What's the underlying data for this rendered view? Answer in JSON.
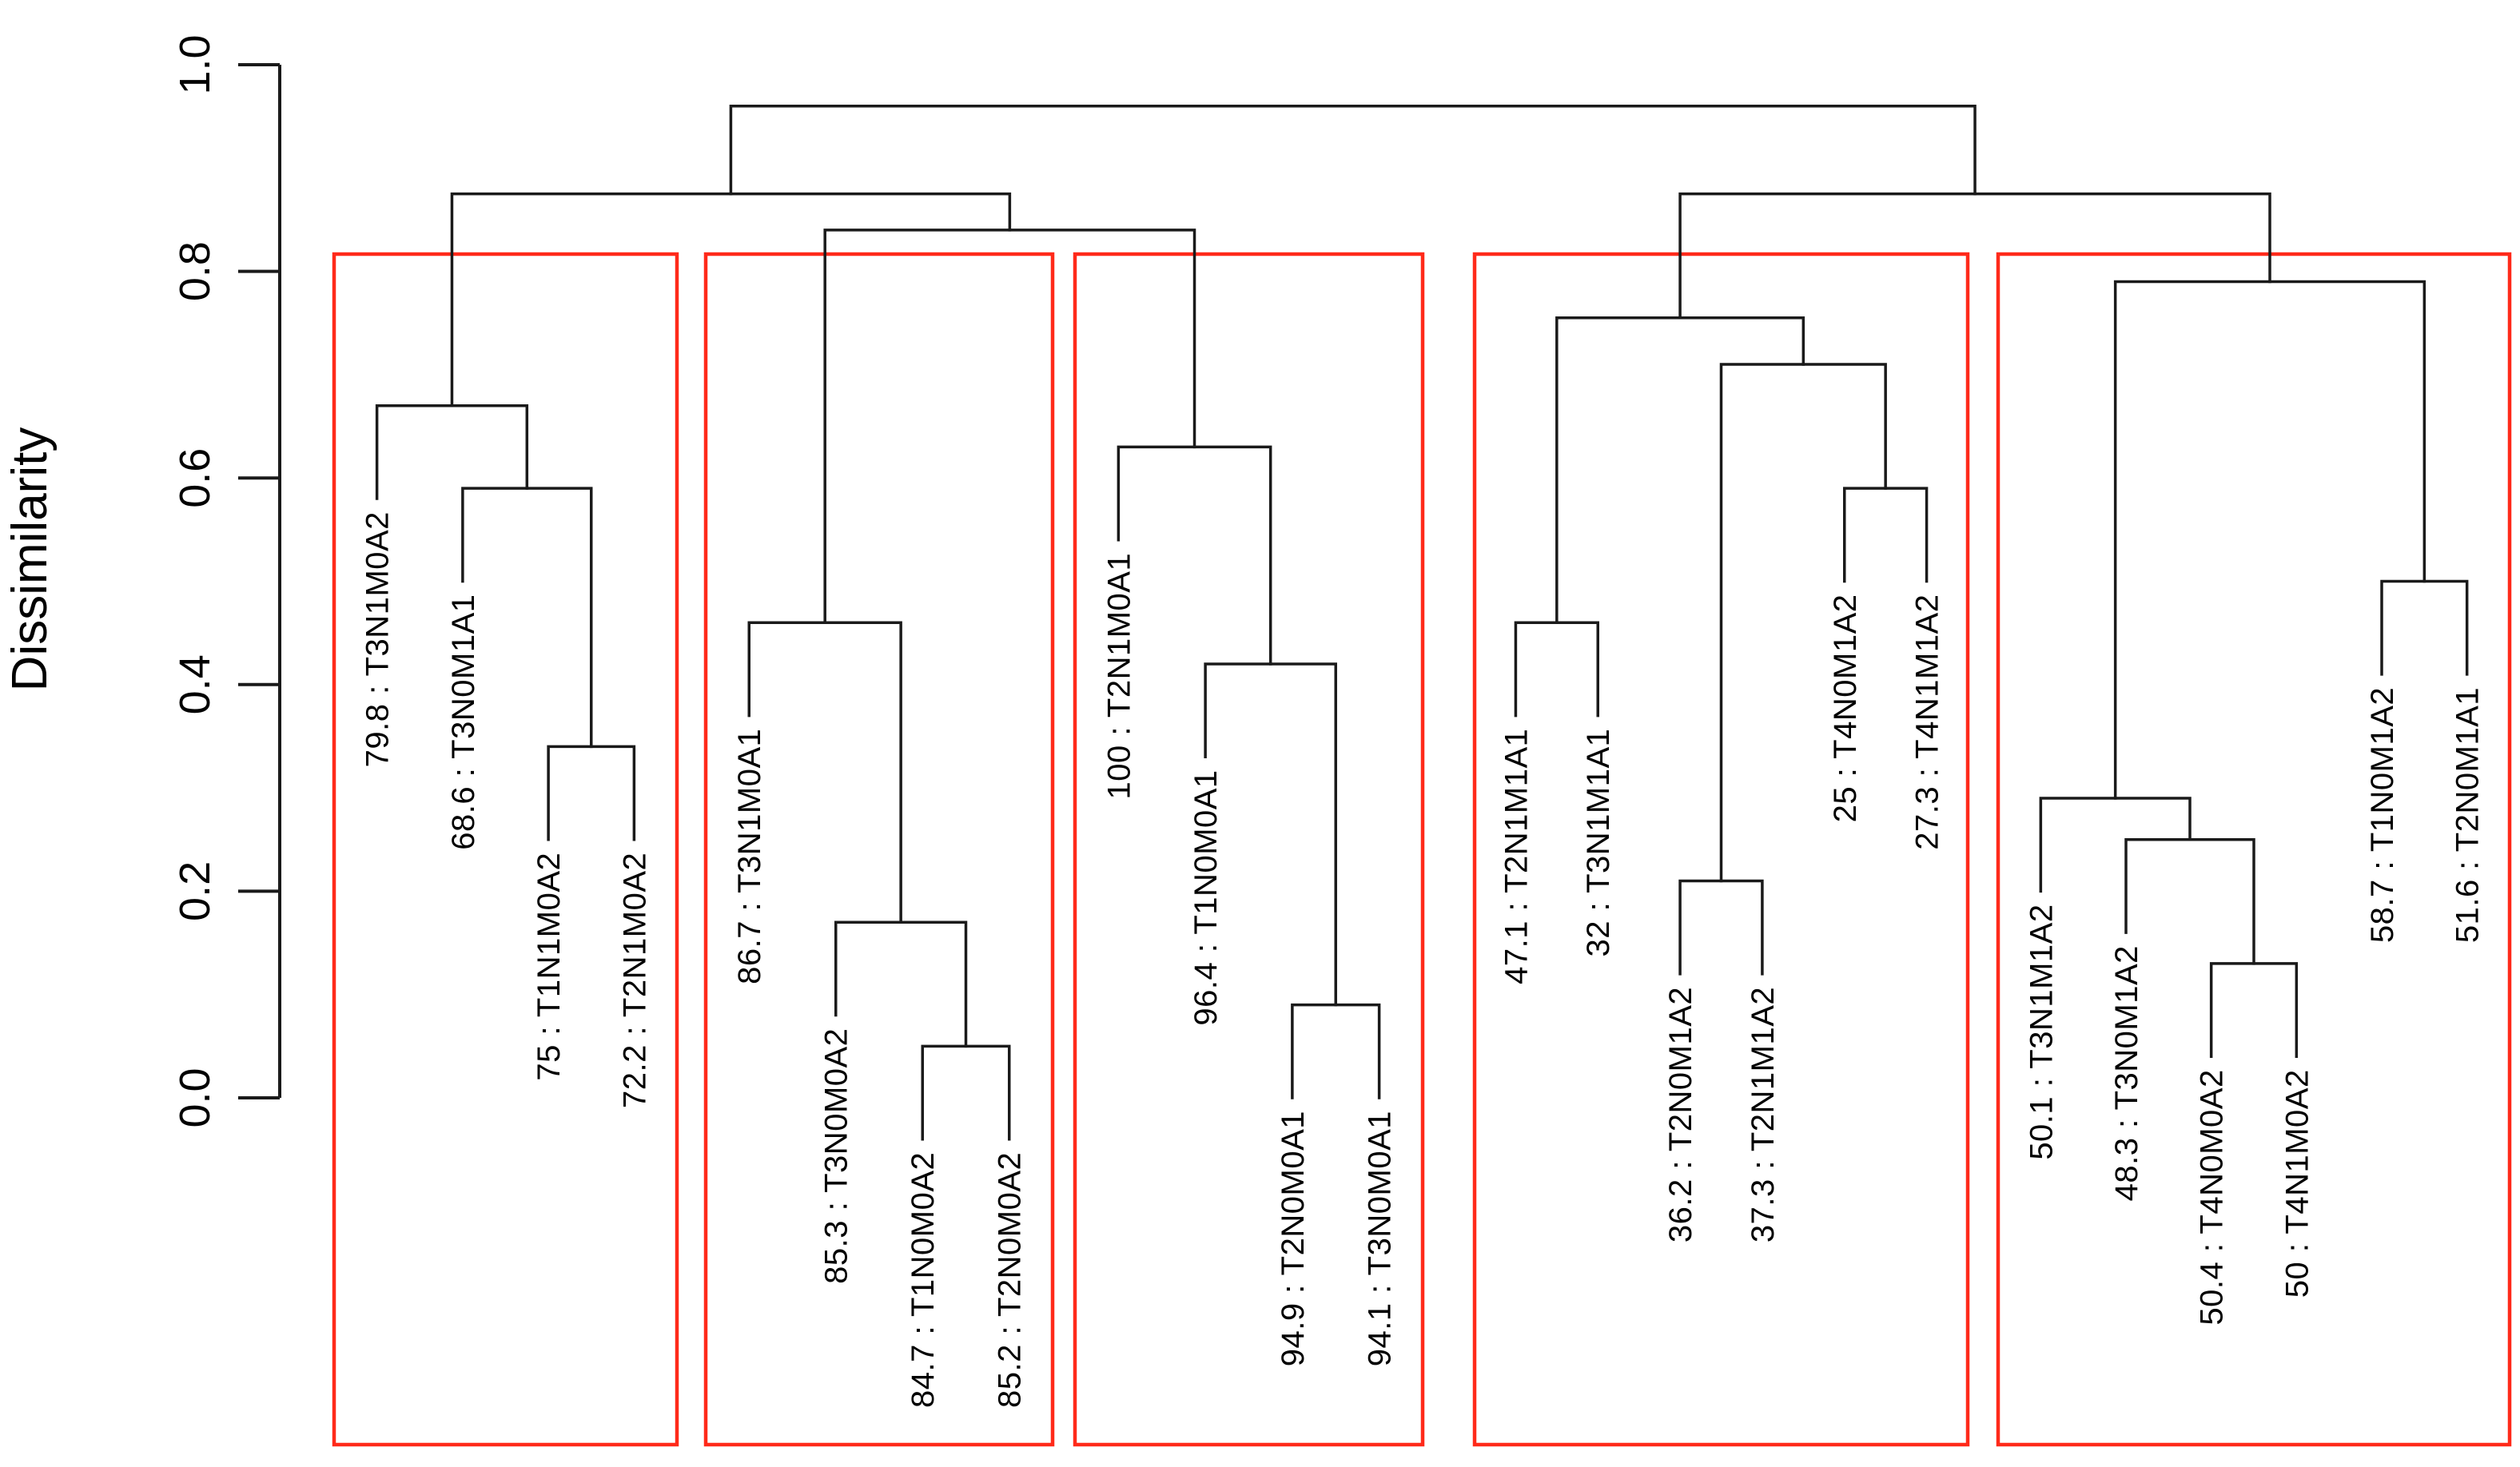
{
  "chart_data": {
    "type": "dendrogram",
    "title": "",
    "ylabel": "Dissimilarity",
    "xlabel": "",
    "ylim": [
      0.0,
      1.0
    ],
    "grid": false,
    "legend_position": "none",
    "yticks": [
      {
        "value": 0.0,
        "label": "0.0"
      },
      {
        "value": 0.2,
        "label": "0.2"
      },
      {
        "value": 0.4,
        "label": "0.4"
      },
      {
        "value": 0.6,
        "label": "0.6"
      },
      {
        "value": 0.8,
        "label": "0.8"
      },
      {
        "value": 1.0,
        "label": "1.0"
      }
    ],
    "leaf_hang": 0.09,
    "leaves": [
      {
        "id": "L0",
        "label": "79.8 : T3N1M0A2",
        "cluster": 1
      },
      {
        "id": "L1",
        "label": "68.6 : T3N0M1A1",
        "cluster": 1
      },
      {
        "id": "L2",
        "label": "75 : T1N1M0A2",
        "cluster": 1
      },
      {
        "id": "L3",
        "label": "72.2 : T2N1M0A2",
        "cluster": 1
      },
      {
        "id": "L4",
        "label": "86.7 : T3N1M0A1",
        "cluster": 2
      },
      {
        "id": "L5",
        "label": "85.3 : T3N0M0A2",
        "cluster": 2
      },
      {
        "id": "L6",
        "label": "84.7 : T1N0M0A2",
        "cluster": 2
      },
      {
        "id": "L7",
        "label": "85.2 : T2N0M0A2",
        "cluster": 2
      },
      {
        "id": "L8",
        "label": "100 : T2N1M0A1",
        "cluster": 3
      },
      {
        "id": "L9",
        "label": "96.4 : T1N0M0A1",
        "cluster": 3
      },
      {
        "id": "L10",
        "label": "94.9 : T2N0M0A1",
        "cluster": 3
      },
      {
        "id": "L11",
        "label": "94.1 : T3N0M0A1",
        "cluster": 3
      },
      {
        "id": "L12",
        "label": "47.1 : T2N1M1A1",
        "cluster": 4
      },
      {
        "id": "L13",
        "label": "32 : T3N1M1A1",
        "cluster": 4
      },
      {
        "id": "L14",
        "label": "36.2 : T2N0M1A2",
        "cluster": 4
      },
      {
        "id": "L15",
        "label": "37.3 : T2N1M1A2",
        "cluster": 4
      },
      {
        "id": "L16",
        "label": "25 : T4N0M1A2",
        "cluster": 4
      },
      {
        "id": "L17",
        "label": "27.3 : T4N1M1A2",
        "cluster": 4
      },
      {
        "id": "L18",
        "label": "50.1 : T3N1M1A2",
        "cluster": 5
      },
      {
        "id": "L19",
        "label": "48.3 : T3N0M1A2",
        "cluster": 5
      },
      {
        "id": "L20",
        "label": "50.4 : T4N0M0A2",
        "cluster": 5
      },
      {
        "id": "L21",
        "label": "50 : T4N1M0A2",
        "cluster": 5
      },
      {
        "id": "L22",
        "label": "58.7 : T1N0M1A2",
        "cluster": 5
      },
      {
        "id": "L23",
        "label": "51.6 : T2N0M1A1",
        "cluster": 5
      }
    ],
    "merges": [
      {
        "id": "M0",
        "children": [
          "L2",
          "L3"
        ],
        "height": 0.34
      },
      {
        "id": "M1",
        "children": [
          "L1",
          "M0"
        ],
        "height": 0.59
      },
      {
        "id": "M2",
        "children": [
          "L0",
          "M1"
        ],
        "height": 0.67
      },
      {
        "id": "M3",
        "children": [
          "L6",
          "L7"
        ],
        "height": 0.05
      },
      {
        "id": "M4",
        "children": [
          "L5",
          "M3"
        ],
        "height": 0.17
      },
      {
        "id": "M5",
        "children": [
          "L4",
          "M4"
        ],
        "height": 0.46
      },
      {
        "id": "M6",
        "children": [
          "L10",
          "L11"
        ],
        "height": 0.09
      },
      {
        "id": "M7",
        "children": [
          "L9",
          "M6"
        ],
        "height": 0.42
      },
      {
        "id": "M8",
        "children": [
          "L8",
          "M7"
        ],
        "height": 0.63
      },
      {
        "id": "M9",
        "children": [
          "L12",
          "L13"
        ],
        "height": 0.46
      },
      {
        "id": "M10",
        "children": [
          "L14",
          "L15"
        ],
        "height": 0.21
      },
      {
        "id": "M11",
        "children": [
          "L16",
          "L17"
        ],
        "height": 0.59
      },
      {
        "id": "M12",
        "children": [
          "M10",
          "M11"
        ],
        "height": 0.71
      },
      {
        "id": "M13",
        "children": [
          "M9",
          "M12"
        ],
        "height": 0.755
      },
      {
        "id": "M14",
        "children": [
          "L20",
          "L21"
        ],
        "height": 0.13
      },
      {
        "id": "M15",
        "children": [
          "L19",
          "M14"
        ],
        "height": 0.25
      },
      {
        "id": "M16",
        "children": [
          "L18",
          "M15"
        ],
        "height": 0.29
      },
      {
        "id": "M17",
        "children": [
          "L22",
          "L23"
        ],
        "height": 0.5
      },
      {
        "id": "M18",
        "children": [
          "M16",
          "M17"
        ],
        "height": 0.79
      },
      {
        "id": "M19",
        "children": [
          "M5",
          "M8"
        ],
        "height": 0.84
      },
      {
        "id": "M20",
        "children": [
          "M2",
          "M19"
        ],
        "height": 0.875
      },
      {
        "id": "M21",
        "children": [
          "M13",
          "M18"
        ],
        "height": 0.875
      },
      {
        "id": "M22",
        "children": [
          "M20",
          "M21"
        ],
        "height": 0.96
      }
    ],
    "cluster_boxes": [
      {
        "name": "cluster-1",
        "leaves": [
          "L0",
          "L1",
          "L2",
          "L3"
        ]
      },
      {
        "name": "cluster-2",
        "leaves": [
          "L4",
          "L5",
          "L6",
          "L7"
        ]
      },
      {
        "name": "cluster-3",
        "leaves": [
          "L8",
          "L9",
          "L10",
          "L11"
        ]
      },
      {
        "name": "cluster-4",
        "leaves": [
          "L12",
          "L13",
          "L14",
          "L15",
          "L16",
          "L17"
        ]
      },
      {
        "name": "cluster-5",
        "leaves": [
          "L18",
          "L19",
          "L20",
          "L21",
          "L22",
          "L23"
        ]
      }
    ],
    "colors": {
      "branch": "#1a1a1a",
      "cluster_box": "#ff2a1a",
      "text": "#000000",
      "background": "#ffffff"
    }
  }
}
